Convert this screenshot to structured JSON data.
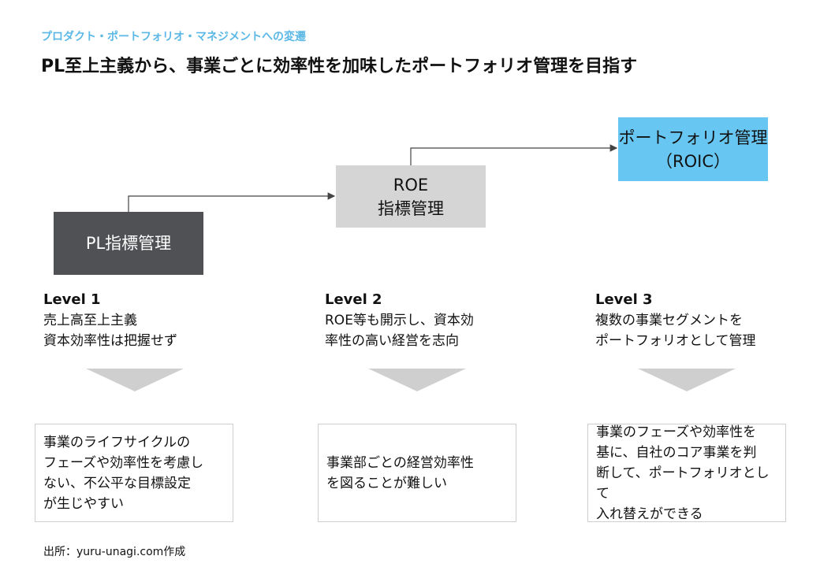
{
  "header": {
    "subtitle": "プロダクト・ポートフォリオ・マネジメントへの変遷",
    "title": "PL至上主義から、事業ごとに効率性を加味したポートフォリオ管理を目指す"
  },
  "stages": [
    {
      "box_lines": [
        "PL指標管理"
      ],
      "box_color": "#4f5155",
      "level": "Level 1",
      "desc_lines": [
        "売上高至上主義",
        "資本効率性は把握せず"
      ],
      "note_lines": [
        "事業のライフサイクルの",
        "フェーズや効率性を考慮し",
        "ない、不公平な目標設定",
        "が生じやすい"
      ]
    },
    {
      "box_lines": [
        "ROE",
        "指標管理"
      ],
      "box_color": "#d5d5d5",
      "level": "Level 2",
      "desc_lines": [
        "ROE等も開示し、資本効",
        "率性の高い経営を志向"
      ],
      "note_lines": [
        "事業部ごとの経営効率性",
        "を図ることが難しい"
      ]
    },
    {
      "box_lines": [
        "ポートフォリオ管理",
        "（ROIC）"
      ],
      "box_color": "#68c6f2",
      "level": "Level 3",
      "desc_lines": [
        "複数の事業セグメントを",
        "ポートフォリオとして管理"
      ],
      "note_lines": [
        "事業のフェーズや効率性を",
        "基に、自社のコア事業を判",
        "断して、ポートフォリオとして",
        "入れ替えができる"
      ]
    }
  ],
  "source": "出所：yuru-unagi.com作成"
}
